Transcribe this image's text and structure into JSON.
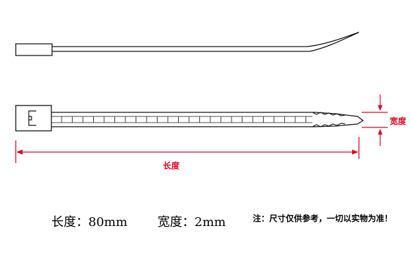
{
  "labels": {
    "length": "长度",
    "width": "宽度"
  },
  "specs": {
    "length": "长度：80mm",
    "width": "宽度：2mm"
  },
  "note": "注：尺寸仅供参考，一切以实物为准！",
  "colors": {
    "dimension": "#e8001c",
    "outline": "#111111"
  }
}
